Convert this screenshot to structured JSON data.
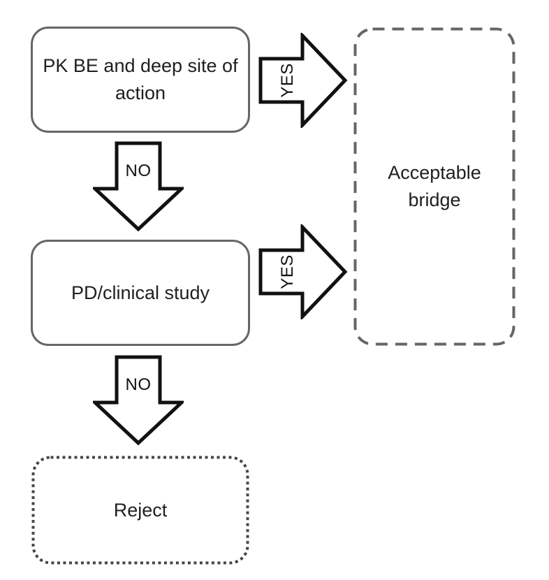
{
  "nodes": {
    "pk_be": {
      "label": "PK BE and deep site of\naction",
      "border_style": "solid"
    },
    "pd_clinical": {
      "label": "PD/clinical study",
      "border_style": "solid"
    },
    "acceptable_bridge": {
      "label": "Acceptable\nbridge",
      "border_style": "dashed"
    },
    "reject": {
      "label": "Reject",
      "border_style": "dotted"
    }
  },
  "connectors": {
    "yes_top": {
      "label": "YES",
      "direction": "right"
    },
    "no_top": {
      "label": "NO",
      "direction": "down"
    },
    "yes_mid": {
      "label": "YES",
      "direction": "right"
    },
    "no_mid": {
      "label": "NO",
      "direction": "down"
    }
  },
  "colors": {
    "background": "#ffffff",
    "solid_border": "#666666",
    "dashed_border": "#666666",
    "dotted_border": "#454545",
    "arrow_stroke": "#111111",
    "arrow_fill": "#ffffff",
    "text": "#1f1f1f"
  }
}
